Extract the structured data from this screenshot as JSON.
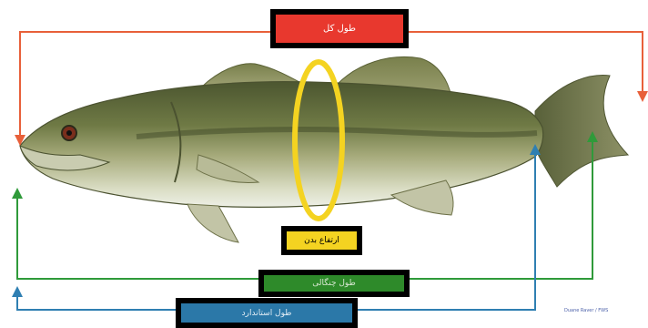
{
  "labels": {
    "total_length": "طول کل",
    "body_height": "ارتفاع بدن",
    "fork_length": "طول چنگالی",
    "standard_length": "طول استاندارد"
  },
  "credit": "Duane Raver / FWS",
  "colors": {
    "total_length": "#e8382e",
    "body_height": "#f4d321",
    "fork_length": "#2e8a2a",
    "standard_length": "#2b78a8",
    "total_length_arrow": "#e8603a",
    "fork_length_arrow": "#2f9a3a",
    "standard_length_arrow": "#2f7fb2",
    "box_border": "#000000"
  },
  "icons": [
    "largemouth-bass-illustration",
    "arrow-down-icon",
    "arrow-up-icon"
  ]
}
